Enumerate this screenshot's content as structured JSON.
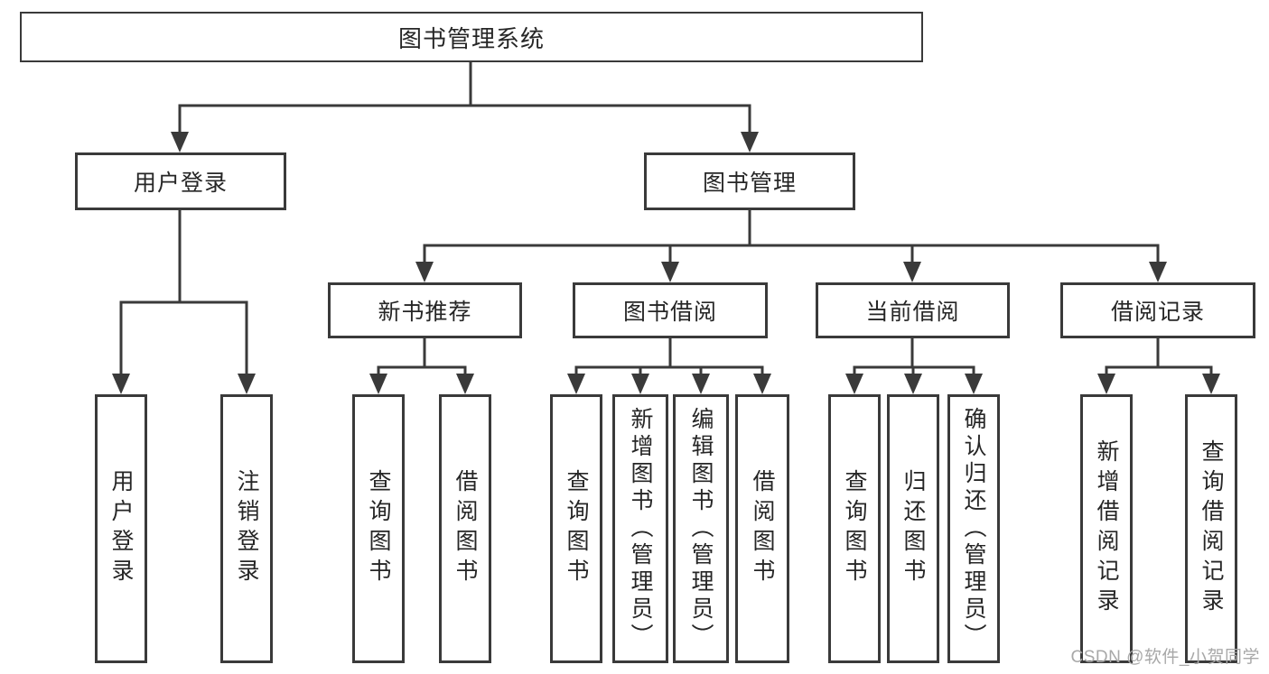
{
  "diagram": {
    "tree": {
      "label": "图书管理系统",
      "children": [
        {
          "label": "用户登录",
          "children": [
            {
              "label": "用户登录"
            },
            {
              "label": "注销登录"
            }
          ]
        },
        {
          "label": "图书管理",
          "children": [
            {
              "label": "新书推荐",
              "children": [
                {
                  "label": "查询图书"
                },
                {
                  "label": "借阅图书"
                }
              ]
            },
            {
              "label": "图书借阅",
              "children": [
                {
                  "label": "查询图书"
                },
                {
                  "label": "新增图书（管理员）"
                },
                {
                  "label": "编辑图书（管理员）"
                },
                {
                  "label": "借阅图书"
                }
              ]
            },
            {
              "label": "当前借阅",
              "children": [
                {
                  "label": "查询图书"
                },
                {
                  "label": "归还图书"
                },
                {
                  "label": "确认归还（管理员）"
                }
              ]
            },
            {
              "label": "借阅记录",
              "children": [
                {
                  "label": "新增借阅记录"
                },
                {
                  "label": "查询借阅记录"
                }
              ]
            }
          ]
        }
      ]
    }
  },
  "watermark": {
    "text": "CSDN @软件_小贺同学"
  },
  "colors": {
    "line": "#3a3a3a",
    "text": "#262626",
    "box_background": "#ffffff",
    "watermark": "#a8a8a8",
    "background": "#ffffff"
  }
}
